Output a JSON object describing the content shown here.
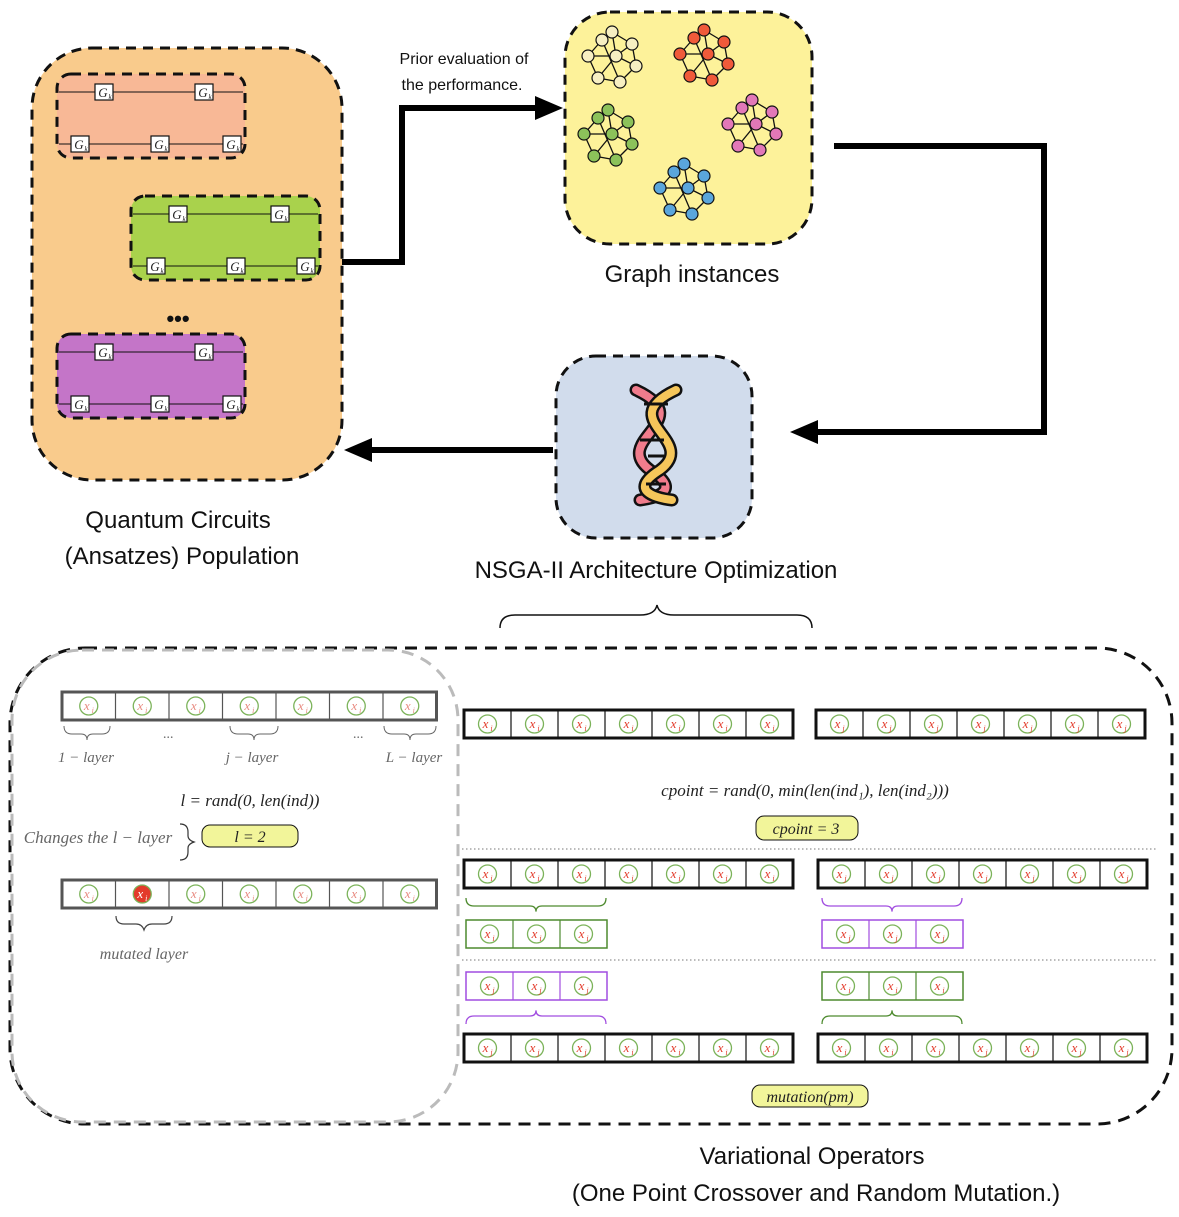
{
  "labels": {
    "prior_eval_line1": "Prior evaluation of",
    "prior_eval_line2": "the performance.",
    "graph_instances": "Graph instances",
    "population_line1": "Quantum Circuits",
    "population_line2": "(Ansatzes) Population",
    "nsga": "NSGA-II Architecture Optimization",
    "variational_line1": "Variational Operators",
    "variational_line2": "(One Point Crossover and Random Mutation.)",
    "ellipsis": "•••"
  },
  "circuits": {
    "gate_label": "G",
    "gate_subscript": "k",
    "colors": [
      "#f8b896",
      "#a9d24c",
      "#c475c8"
    ]
  },
  "graphs": {
    "colors": [
      "#f7efc2",
      "#f05a3a",
      "#e278b8",
      "#8cc25a",
      "#5aa6dc"
    ]
  },
  "mutation": {
    "gene": "x",
    "gene_sub": "i",
    "tick_1": "1 − layer",
    "tick_j": "j − layer",
    "tick_L": "L − layer",
    "dots": "···",
    "formula": "l = rand(0, len(ind))",
    "changes": "Changes the l − layer",
    "l_value": "l = 2",
    "mutated": "mutated layer"
  },
  "crossover": {
    "gene": "x",
    "sub_i": "i",
    "sub_j": "j",
    "cpoint_formula": "cpoint = rand(0, min(len(ind₁), len(ind₂)))",
    "cpoint_value": "cpoint = 3",
    "mutation_pm": "mutation(pm)"
  },
  "colors": {
    "population_bg": "#f9cb8c",
    "graph_bg": "#fdf29a",
    "nsga_bg": "#d1dcec",
    "highlight_bg": "#f2f59a",
    "gene_green": "#7cb35a",
    "gene_red": "#e33a2a",
    "purple": "#a14de0",
    "green_box": "#4d8a2e",
    "dna_pink": "#f07c8c",
    "dna_yellow": "#f6c65a"
  }
}
